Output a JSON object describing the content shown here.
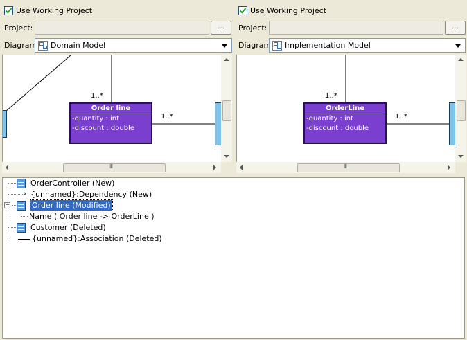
{
  "left_panel": {
    "use_working_project": "Use Working Project",
    "project_label": "Project:",
    "project_value": "",
    "browse_label": "...",
    "diagram_label": "Diagram:",
    "diagram_value": "Domain Model",
    "class_name": "Order line",
    "attr1": "-quantity : int",
    "attr2": "-discount : double",
    "mult_top": "1..*",
    "mult_right": "1..*",
    "grip": "III"
  },
  "right_panel": {
    "use_working_project": "Use Working Project",
    "project_label": "Project:",
    "project_value": "",
    "browse_label": "...",
    "diagram_label": "Diagram:",
    "diagram_value": "Implementation Model",
    "class_name": "OrderLine",
    "attr1": "-quantity : int",
    "attr2": "-discount : double",
    "mult_top": "1..*",
    "mult_right": "1..*",
    "grip": "III"
  },
  "tree": {
    "items": [
      {
        "label": "OrderController (New)"
      },
      {
        "label": "{unnamed}:Dependency (New)"
      },
      {
        "label": "Order line (Modified)"
      },
      {
        "label": "Name ( Order line -> OrderLine )"
      },
      {
        "label": "Customer (Deleted)"
      },
      {
        "label": "{unnamed}:Association (Deleted)"
      }
    ],
    "expander": "−"
  },
  "colors": {
    "class_fill": "#7b3fcf",
    "selection": "#316ac5",
    "window_bg": "#ece9d8"
  }
}
